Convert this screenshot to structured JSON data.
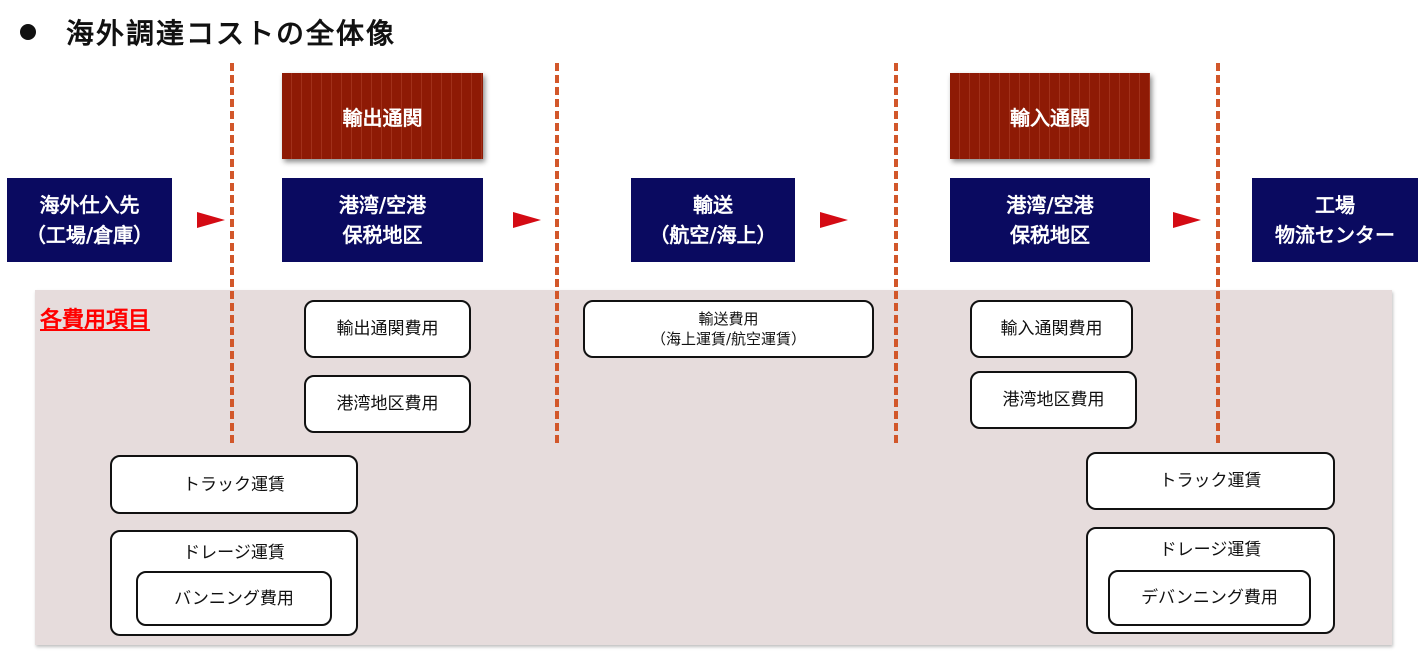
{
  "title": "海外調達コストの全体像",
  "customs": {
    "export": "輸出通関",
    "import": "輸入通関"
  },
  "stages": [
    {
      "line1": "海外仕入先",
      "line2": "（工場/倉庫）"
    },
    {
      "line1": "港湾/空港",
      "line2": "保税地区"
    },
    {
      "line1": "輸送",
      "line2": "（航空/海上）"
    },
    {
      "line1": "港湾/空港",
      "line2": "保税地区"
    },
    {
      "line1": "工場",
      "line2": "物流センター"
    }
  ],
  "cost_section": {
    "heading": "各費用項目",
    "export_customs_fee": "輸出通関費用",
    "export_port_fee": "港湾地区費用",
    "transport_fee": {
      "line1": "輸送費用",
      "line2": "（海上運賃/航空運賃）"
    },
    "import_customs_fee": "輸入通関費用",
    "import_port_fee": "港湾地区費用",
    "origin_truck": "トラック運賃",
    "origin_drayage": "ドレージ運賃",
    "vanning": "バンニング費用",
    "dest_truck": "トラック運賃",
    "dest_drayage": "ドレージ運賃",
    "devanning": "デバンニング費用"
  },
  "colors": {
    "navy": "#0a0a60",
    "customs_red": "#8e1a05",
    "arrow": "#d40b14",
    "divider": "#d2572a",
    "panel": "#e6dcdc",
    "heading": "#ff0000"
  }
}
